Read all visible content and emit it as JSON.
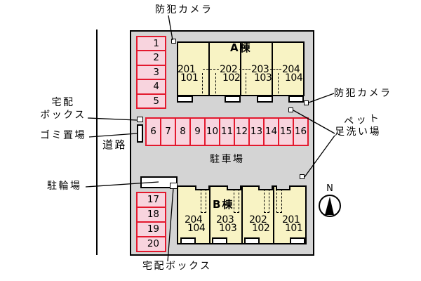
{
  "labels": {
    "security_camera_top": "防犯カメラ",
    "security_camera_right": "防犯カメラ",
    "delivery_box_left_line1": "宅配",
    "delivery_box_left_line2": "ボックス",
    "garbage_area": "ゴミ置場",
    "road": "道路",
    "bicycle_parking": "駐輪場",
    "parking_lot": "駐車場",
    "pet_wash_line1": "ペット",
    "pet_wash_line2": "足洗い場",
    "delivery_box_bottom": "宅配ボックス",
    "north": "N"
  },
  "building_a": {
    "name": "A棟",
    "units": [
      {
        "upper": "201",
        "lower": "101"
      },
      {
        "upper": "202",
        "lower": "102"
      },
      {
        "upper": "203",
        "lower": "103"
      },
      {
        "upper": "204",
        "lower": "104"
      }
    ]
  },
  "building_b": {
    "name": "B棟",
    "units": [
      {
        "upper": "204",
        "lower": "104"
      },
      {
        "upper": "203",
        "lower": "103"
      },
      {
        "upper": "202",
        "lower": "102"
      },
      {
        "upper": "201",
        "lower": "101"
      }
    ]
  },
  "parking": {
    "left_top": [
      "1",
      "2",
      "3",
      "4",
      "5"
    ],
    "middle_row": [
      "6",
      "7",
      "8",
      "9",
      "10",
      "11",
      "12",
      "13",
      "14",
      "15",
      "16"
    ],
    "left_bottom": [
      "17",
      "18",
      "19",
      "20"
    ]
  },
  "colors": {
    "site_fill": "#d4d4d4",
    "building_fill": "#f8f3c4",
    "stall_fill": "#f8d4de",
    "stall_border": "#e3192e",
    "line": "#000000"
  }
}
